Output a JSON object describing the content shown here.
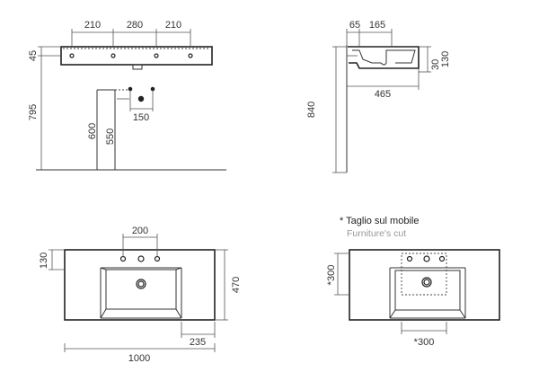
{
  "front_view": {
    "top_dims": [
      "210",
      "280",
      "210"
    ],
    "left_dims": [
      "45",
      "795"
    ],
    "pipe_dims": [
      "600",
      "550",
      "150"
    ]
  },
  "side_view": {
    "top_dims": [
      "65",
      "165"
    ],
    "right_dims": [
      "30",
      "130"
    ],
    "width_dim": "465",
    "height_dim": "840"
  },
  "plan_view": {
    "tap_spacing": "200",
    "left_dim": "130",
    "depth": "470",
    "bowl_offset": "235",
    "width": "1000"
  },
  "cutout_view": {
    "note_line1": "* Taglio sul mobile",
    "note_line2": "Furniture's cut",
    "cut_height": "*300",
    "cut_width": "*300"
  }
}
